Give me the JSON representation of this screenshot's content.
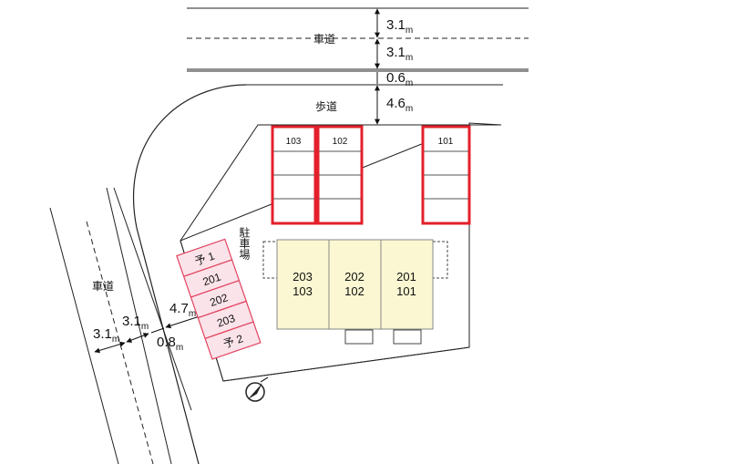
{
  "roads": {
    "top_road_label": "車道",
    "sidewalk_label": "歩道",
    "left_road_label": "車道"
  },
  "dimensions": {
    "top_lane_1": {
      "value": "3.1",
      "unit": "m"
    },
    "top_lane_2": {
      "value": "3.1",
      "unit": "m"
    },
    "top_gap": {
      "value": "0.6",
      "unit": "m"
    },
    "sidewalk": {
      "value": "4.6",
      "unit": "m"
    },
    "left_lane_1": {
      "value": "3.1",
      "unit": "m"
    },
    "left_lane_2": {
      "value": "3.1",
      "unit": "m"
    },
    "left_gap": {
      "value": "0.8",
      "unit": "m"
    },
    "left_setback": {
      "value": "4.7",
      "unit": "m"
    }
  },
  "parking_lot_label": "駐車場",
  "bike_slots": [
    {
      "label": "103"
    },
    {
      "label": "102"
    },
    {
      "label": "101"
    }
  ],
  "parking_slots": [
    {
      "label": "予 1"
    },
    {
      "label": "201"
    },
    {
      "label": "202"
    },
    {
      "label": "203"
    },
    {
      "label": "予 2"
    }
  ],
  "building_units": [
    {
      "upper": "203",
      "lower": "103"
    },
    {
      "upper": "202",
      "lower": "102"
    },
    {
      "upper": "201",
      "lower": "101"
    }
  ],
  "colors": {
    "bike_slot_border": "#e3202b",
    "parking_slot_fill": "#fbe3ea",
    "parking_slot_border": "#e0435f",
    "building_fill": "#fbf7d2",
    "line": "#222222"
  },
  "icons": {
    "compass": "north-arrow-icon"
  }
}
